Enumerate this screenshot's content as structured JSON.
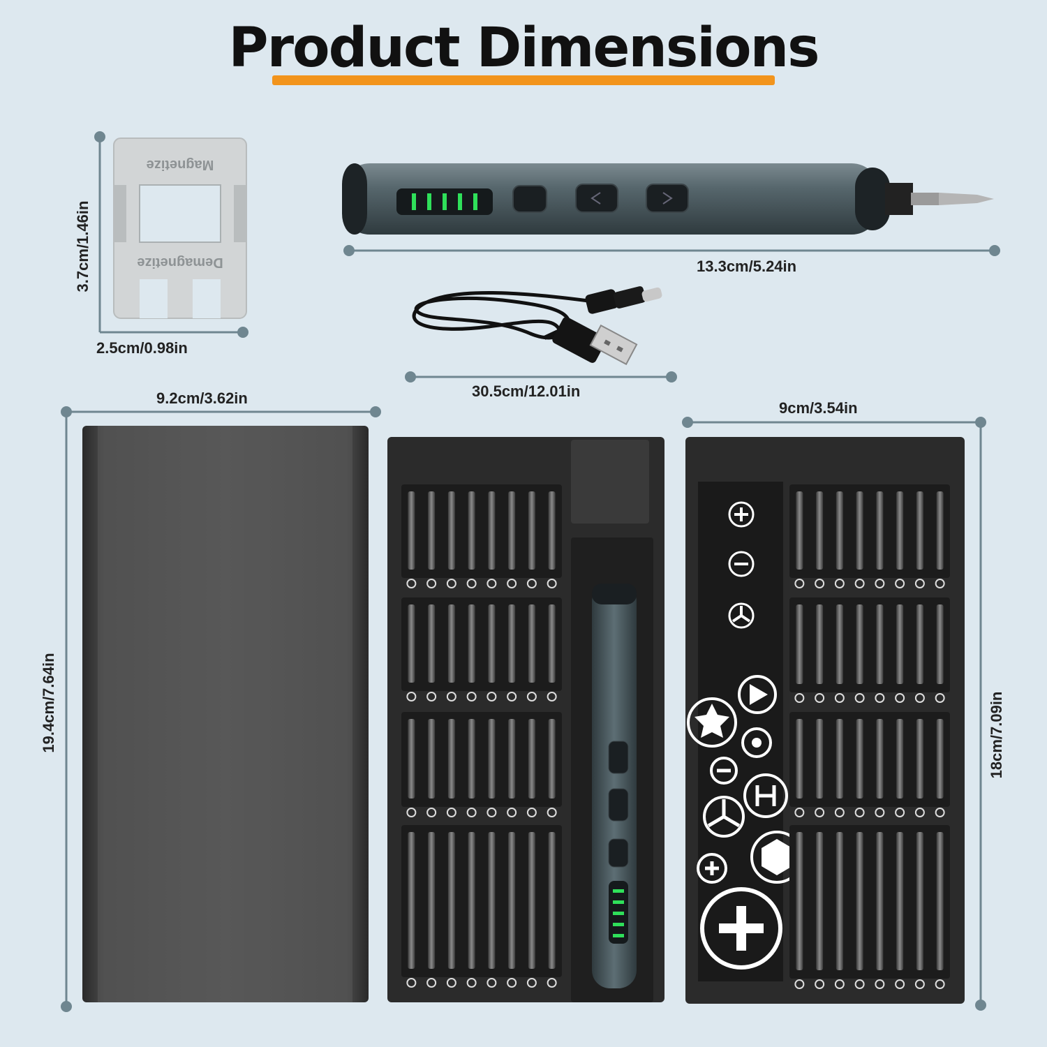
{
  "title": "Product Dimensions",
  "colors": {
    "background": "#dde8ef",
    "accent_underline": "#f2941c",
    "dimension_line": "#6f8690",
    "led_green": "#2fe05a",
    "screwdriver_body": "#4e5d63"
  },
  "dimensions": {
    "magnetizer_height": "3.7cm/1.46in",
    "magnetizer_width": "2.5cm/0.98in",
    "screwdriver_length": "13.3cm/5.24in",
    "cable_length": "30.5cm/12.01in",
    "case_width": "9.2cm/3.62in",
    "case_height": "19.4cm/7.64in",
    "tray_width": "9cm/3.54in",
    "tray_height": "18cm/7.09in"
  },
  "magnetizer": {
    "top_text": "Magnetize",
    "bottom_text": "Demagnetize"
  }
}
